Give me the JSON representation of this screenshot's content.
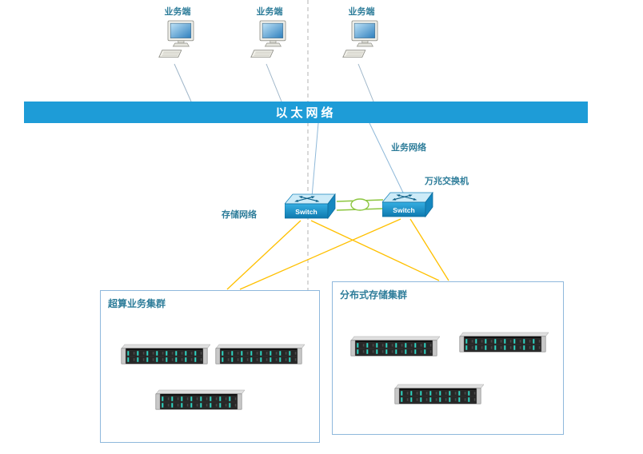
{
  "colors": {
    "bar": "#1E9CD7",
    "label": "#2E7D9A",
    "yellow": "#FFC000",
    "green": "#8CC63F",
    "gray_line": "#9FB6C9",
    "dash": "#B3B3B3",
    "switch_top": "#CDEBF8",
    "switch_front": "#1B9CD8",
    "box_border": "#8FB8DC",
    "server_teal": "#2FD6C3"
  },
  "icons": {
    "terminal": "computer-icon",
    "switch": "switch-icon",
    "server": "server-icon"
  },
  "terminals": [
    {
      "label": "业务端"
    },
    {
      "label": "业务端"
    },
    {
      "label": "业务端"
    }
  ],
  "ethernet": {
    "label": "以太网络"
  },
  "annotations": {
    "business_network": "业务网络",
    "ten_gig_switch": "万兆交换机",
    "storage_network": "存储网络"
  },
  "switches": [
    {
      "label": "Switch"
    },
    {
      "label": "Switch"
    }
  ],
  "clusters": [
    {
      "title": "超算业务集群"
    },
    {
      "title": "分布式存储集群"
    }
  ]
}
